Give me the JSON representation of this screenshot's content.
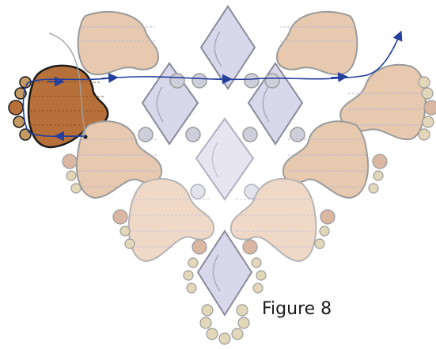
{
  "caption": {
    "text": "Figure 8"
  },
  "colors": {
    "bead_light": "#e6c9ae",
    "bead_light_stroke": "#9b9b9b",
    "bead_faded": "#efd8c6",
    "bead_highlight": "#b8703a",
    "bead_highlight_stroke": "#1a1a1a",
    "diamond_fill": "#d9d7ea",
    "diamond_faded_fill": "#e6e5f0",
    "diamond_stroke": "#8a8a9c",
    "round_grey": "#cfcfdb",
    "seed_tan": "#e3d7ba",
    "seed_rose": "#d9b7a3",
    "thread": "#243f9c",
    "tail_thread": "#a0a0a0"
  },
  "icons": {
    "thread_arrow": "arrowhead",
    "thread_end": "dot"
  }
}
